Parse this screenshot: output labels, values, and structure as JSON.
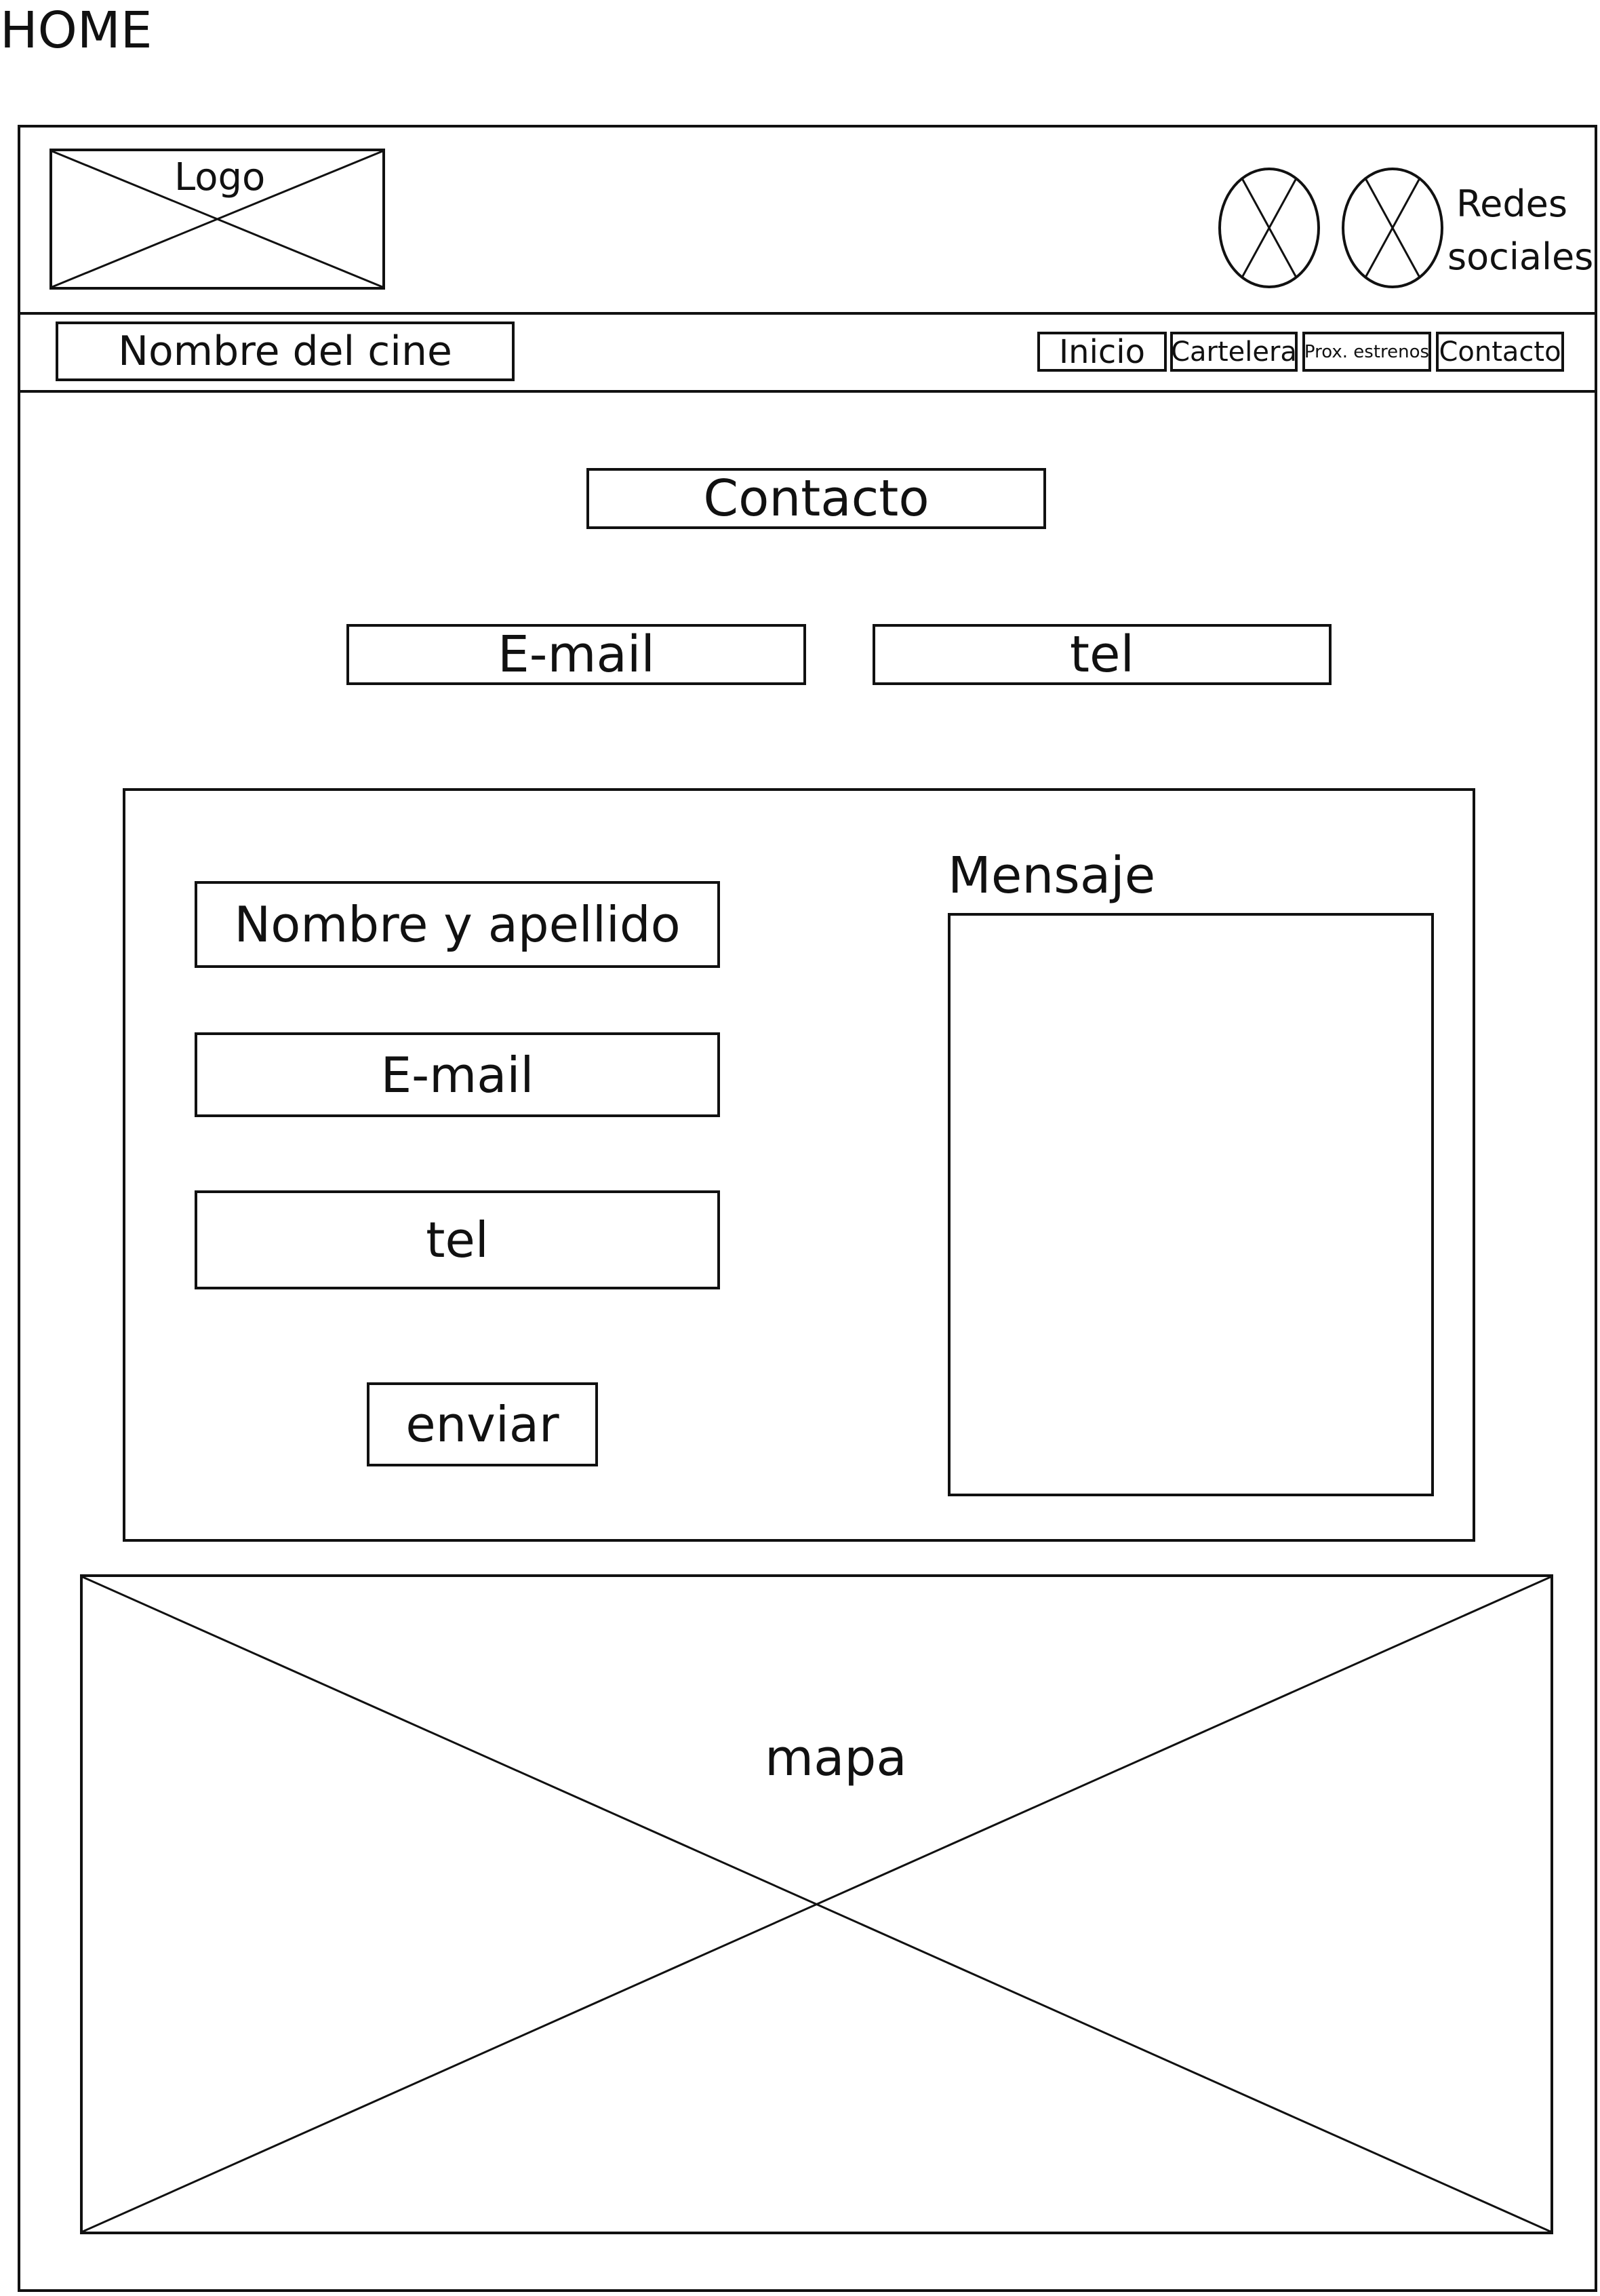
{
  "page_title": "HOME",
  "header": {
    "logo_label": "Logo",
    "social_label_line1": "Redes",
    "social_label_line2": "sociales"
  },
  "navbar": {
    "cinema_name": "Nombre del cine",
    "items": [
      "Inicio",
      "Cartelera",
      "Prox. estrenos",
      "Contacto"
    ]
  },
  "main": {
    "section_title": "Contacto",
    "email_label": "E-mail",
    "tel_label": "tel"
  },
  "form": {
    "name_field": "Nombre y apellido",
    "email_field": "E-mail",
    "tel_field": "tel",
    "submit_label": "enviar",
    "message_label": "Mensaje"
  },
  "map": {
    "label": "mapa"
  }
}
